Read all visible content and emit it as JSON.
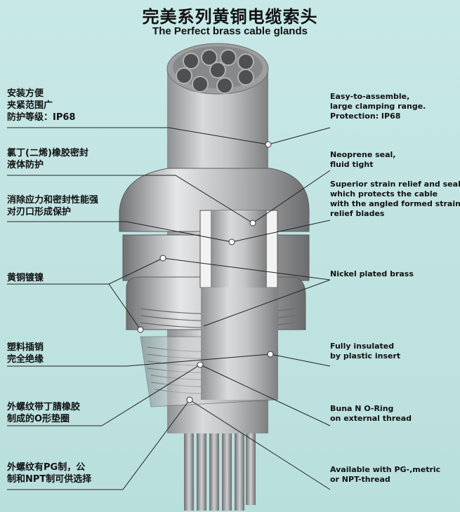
{
  "title_cn": "完美系列黄铜电缆索头",
  "title_en": "The Perfect brass cable glands",
  "left_labels": [
    {
      "lines": [
        "安装方便",
        "夹紧范围广",
        "防护等级：IP68"
      ]
    },
    {
      "lines": [
        "氯丁(二烯)橡胶密封",
        "液体防护"
      ]
    },
    {
      "lines": [
        "消除应力和密封性能强",
        "对刃口形成保护"
      ]
    },
    {
      "lines": [
        "黄铜镀镍"
      ]
    },
    {
      "lines": [
        "塑料插销",
        "完全绝缘"
      ]
    },
    {
      "lines": [
        "外螺纹带丁腈橡胶",
        "制成的O形垫圈"
      ]
    },
    {
      "lines": [
        "外螺纹有PG制，公",
        "制和NPT制可供选择"
      ]
    }
  ],
  "right_labels": [
    {
      "lines": [
        "Easy-to-assemble,",
        "large clamping range.",
        "Protection: IP68"
      ]
    },
    {
      "lines": [
        "Neoprene seal,",
        "fluid tight"
      ]
    },
    {
      "lines": [
        "Superior strain relief and seal",
        "which protects the cable",
        "with the angled formed strain",
        "relief blades"
      ]
    },
    {
      "lines": [
        "Nickel plated brass"
      ]
    },
    {
      "lines": [
        "Fully insulated",
        "by plastic insert"
      ]
    },
    {
      "lines": [
        "Buna N O-Ring",
        "on external thread"
      ]
    },
    {
      "lines": [
        "Available with PG-,metric",
        "or NPT-thread"
      ]
    }
  ]
}
